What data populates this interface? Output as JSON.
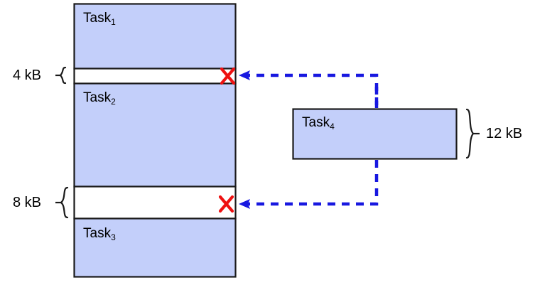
{
  "diagram": {
    "title": "memory-fragmentation-diagram",
    "colors": {
      "block_fill": "#c3cffa",
      "block_stroke": "#1a1a1a",
      "arrow": "#1818e0",
      "cross": "#ee1111",
      "background": "#ffffff",
      "text": "#000000"
    },
    "memory_column": {
      "name": "memory-column",
      "blocks": [
        {
          "id": "task1",
          "label": "Task",
          "sub": "1",
          "kind": "allocated"
        },
        {
          "id": "hole1",
          "label": "",
          "sub": "",
          "kind": "free",
          "size_label": "4 kB"
        },
        {
          "id": "task2",
          "label": "Task",
          "sub": "2",
          "kind": "allocated"
        },
        {
          "id": "hole2",
          "label": "",
          "sub": "",
          "kind": "free",
          "size_label": "8 kB"
        },
        {
          "id": "task3",
          "label": "Task",
          "sub": "3",
          "kind": "allocated"
        }
      ]
    },
    "incoming_task": {
      "name": "incoming-task-block",
      "label": "Task",
      "sub": "4",
      "size_label": "12 kB"
    },
    "annotations": {
      "hole1_size": "4 kB",
      "hole2_size": "8 kB",
      "task4_size": "12 kB",
      "reject_mark": "X",
      "reject_count": 2
    }
  }
}
